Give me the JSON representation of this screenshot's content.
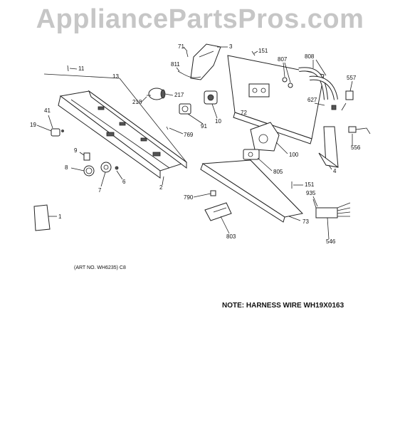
{
  "watermark": "AppliancePartsPros.com",
  "art_number": "(ART NO. WH6235) C8",
  "note": "NOTE: HARNESS WIRE WH19X0163",
  "callouts": {
    "c71": "71",
    "c3": "3",
    "c151a": "151",
    "c807": "807",
    "c808": "808",
    "c811": "811",
    "c11": "11",
    "c13": "13",
    "c557": "557",
    "c217": "217",
    "c218": "218",
    "c627": "627",
    "c41": "41",
    "c10": "10",
    "c72": "72",
    "c91": "91",
    "c19": "19",
    "c769": "769",
    "c556": "556",
    "c100": "100",
    "c9": "9",
    "c8": "8",
    "c6": "6",
    "c7": "7",
    "c2": "2",
    "c805": "805",
    "c4": "4",
    "c151b": "151",
    "c935": "935",
    "c790": "790",
    "c1": "1",
    "c73": "73",
    "c803": "803",
    "c546": "546"
  }
}
